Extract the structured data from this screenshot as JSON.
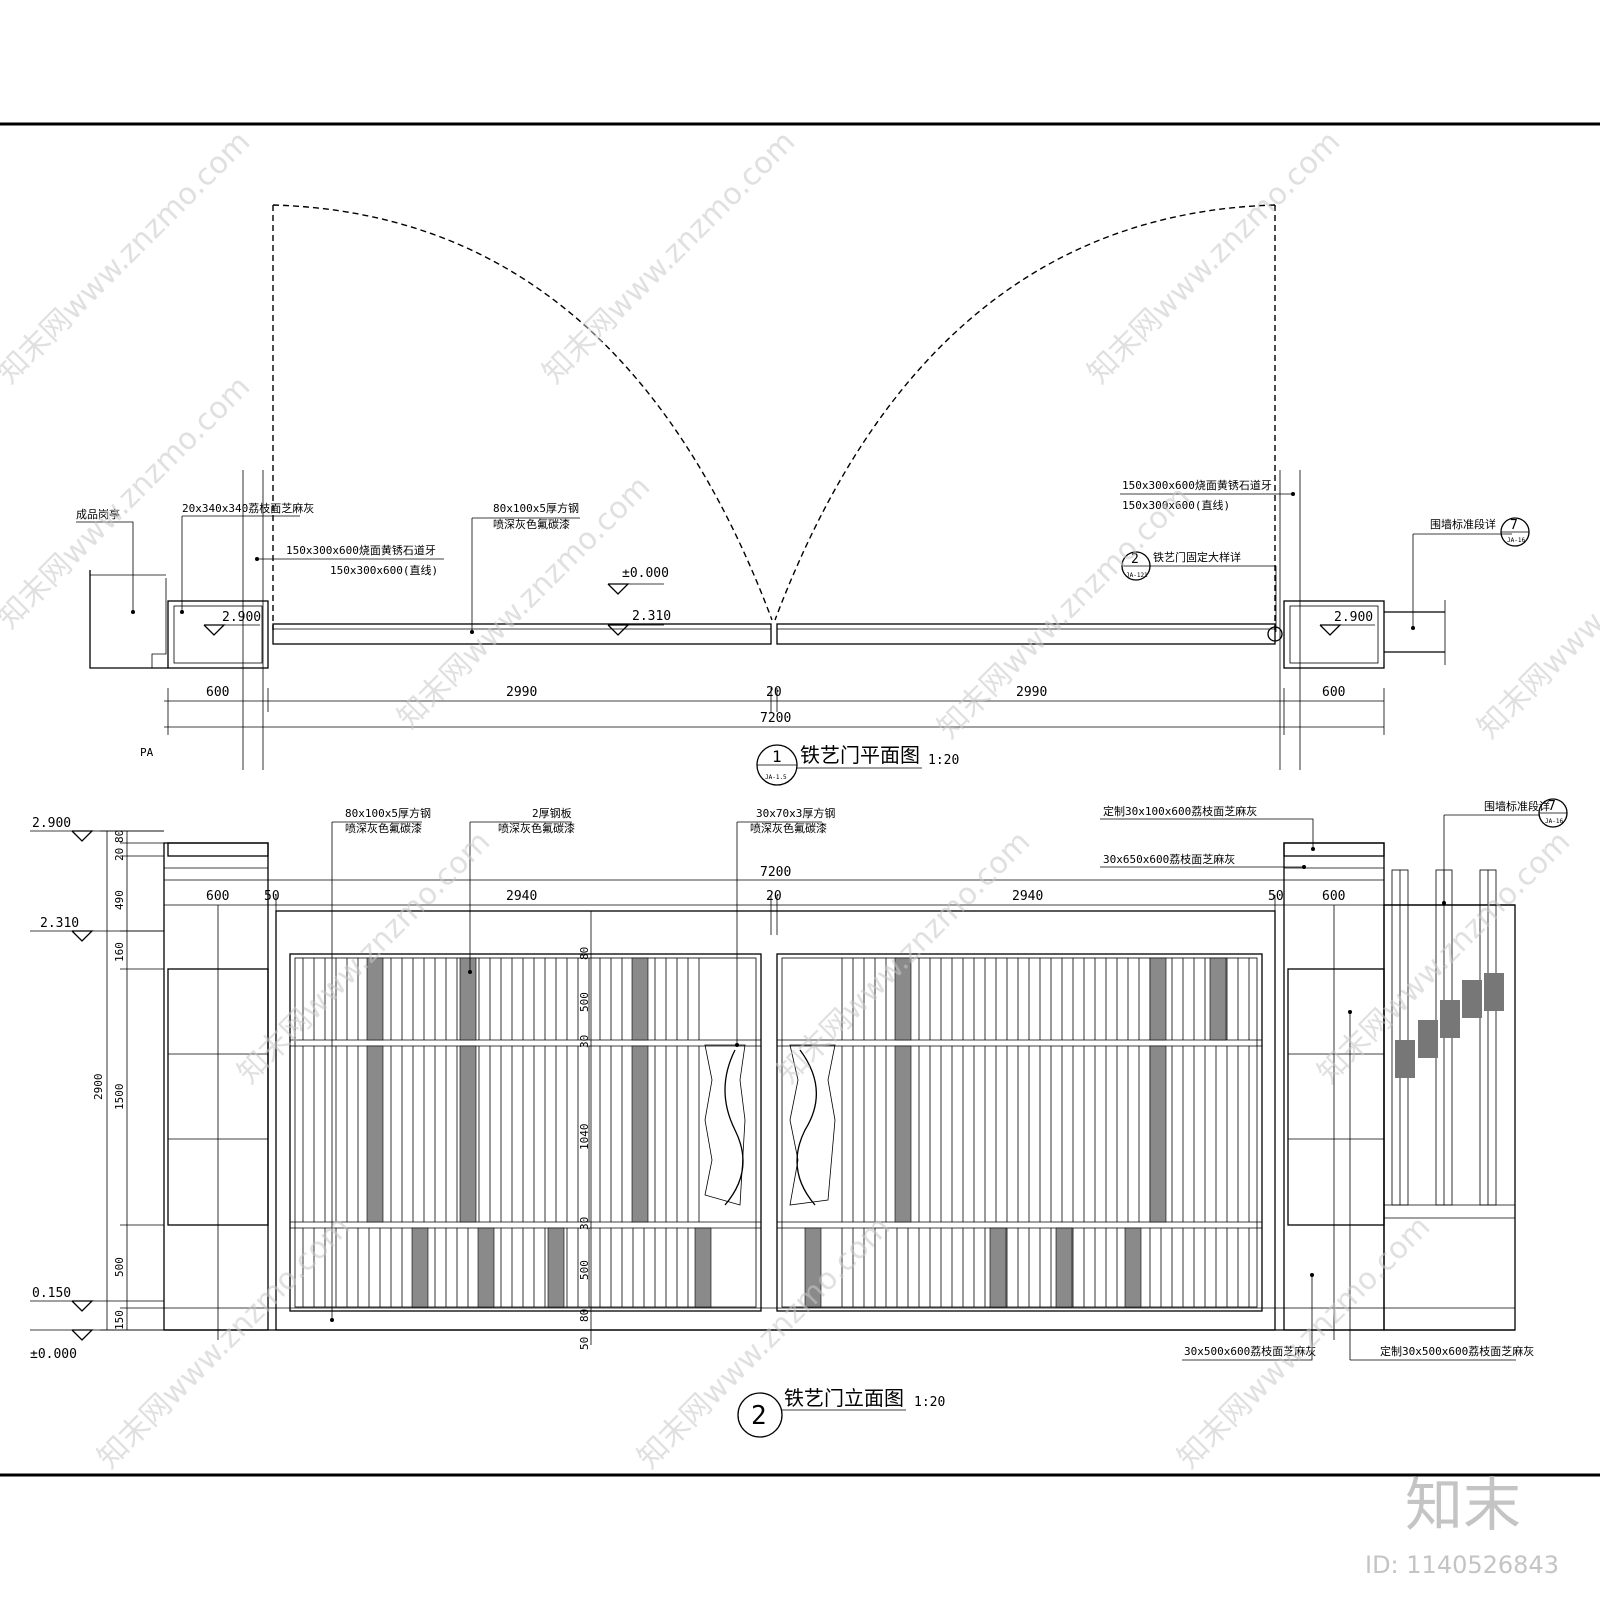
{
  "plan": {
    "title": "铁艺门平面图",
    "scale": "1:20",
    "callout_num": "1",
    "callout_ref": "JA-1.5",
    "labels": {
      "guard_booth": "成品岗亭",
      "cap_stone": "20x340x340荔枝面芝麻灰",
      "beam": "80x100x5厚方钢",
      "beam_paint": "喷深灰色氟碳漆",
      "curb_left_1": "150x300x600烧面黄锈石道牙",
      "curb_left_2": "150x300x600(直线)",
      "curb_right_1": "150x300x600烧面黄锈石道牙",
      "curb_right_2": "150x300x600(直线)",
      "fence_ref": "围墙标准段详",
      "fence_ref_num": "7",
      "fence_ref_sheet": "JA-16",
      "gate_fix": "铁艺门固定大样详",
      "gate_fix_num": "2",
      "gate_fix_sheet": "JA-121",
      "pa": "PA"
    },
    "levels": {
      "pillar_left": "2.900",
      "pillar_right": "2.900",
      "ground": "±0.000",
      "rail": "2.310"
    },
    "dims": [
      "600",
      "2990",
      "20",
      "2990",
      "600"
    ],
    "dim_total": "7200"
  },
  "elevation": {
    "title": "铁艺门立面图",
    "scale": "1:20",
    "callout_num": "2",
    "labels": {
      "frame": "80x100x5厚方钢",
      "frame_paint": "喷深灰色氟碳漆",
      "plate": "2厚钢板",
      "plate_paint": "喷深灰色氟碳漆",
      "bar": "30x70x3厚方钢",
      "bar_paint": "喷深灰色氟碳漆",
      "cap": "定制30x100x600荔枝面芝麻灰",
      "cladding": "30x650x600荔枝面芝麻灰",
      "fence_ref": "围墙标准段详",
      "fence_ref_num": "7",
      "fence_ref_sheet": "JA-16",
      "base_left": "30x500x600荔枝面芝麻灰",
      "base_right": "定制30x500x600荔枝面芝麻灰"
    },
    "levels": {
      "top": "2.900",
      "rail": "2.310",
      "base": "0.150",
      "ground": "±0.000"
    },
    "dims_top": [
      "600",
      "50",
      "2940",
      "20",
      "2940",
      "50",
      "600"
    ],
    "dim_total": "7200",
    "vdims_left": [
      "80",
      "20",
      "490",
      "160",
      "2900",
      "1500",
      "500",
      "150"
    ],
    "vdims_gate": [
      "80",
      "500",
      "30",
      "1040",
      "30",
      "500",
      "80",
      "50"
    ]
  },
  "watermark": {
    "text": "知末网www.znzmo.com",
    "brand": "知末",
    "id": "ID: 1140526843"
  }
}
